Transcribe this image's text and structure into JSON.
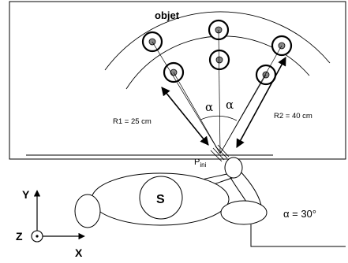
{
  "labels": {
    "objet": "objet",
    "r1": "R1 = 25 cm",
    "r2": "R2 = 40 cm",
    "alpha": "α",
    "p_main": "P",
    "p_sub": "ini",
    "s": "S",
    "alpha_value": "α = 30°",
    "axis_y": "Y",
    "axis_z": "Z",
    "axis_x": "X"
  }
}
